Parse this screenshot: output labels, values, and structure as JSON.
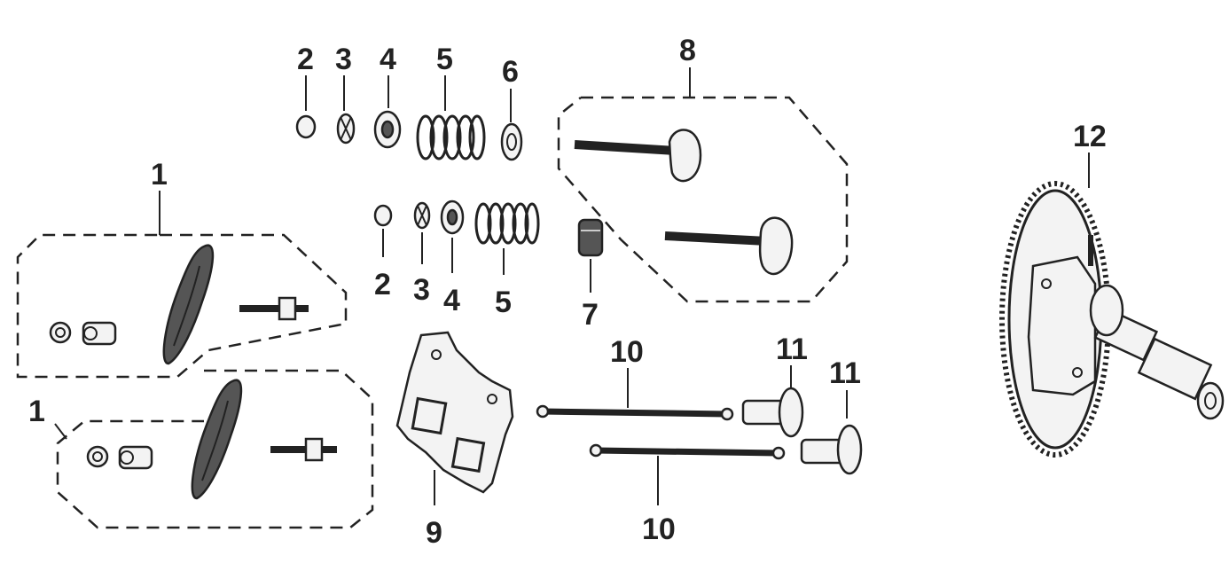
{
  "callouts": {
    "c1_top": "1",
    "c1_bottom": "1",
    "c2_top": "2",
    "c2_bottom": "2",
    "c3_top": "3",
    "c3_bottom": "3",
    "c4_top": "4",
    "c4_bottom": "4",
    "c5_top": "5",
    "c5_bottom": "5",
    "c6": "6",
    "c7": "7",
    "c8": "8",
    "c9": "9",
    "c10_top": "10",
    "c10_bottom": "10",
    "c11_left": "11",
    "c11_right": "11",
    "c12": "12"
  }
}
